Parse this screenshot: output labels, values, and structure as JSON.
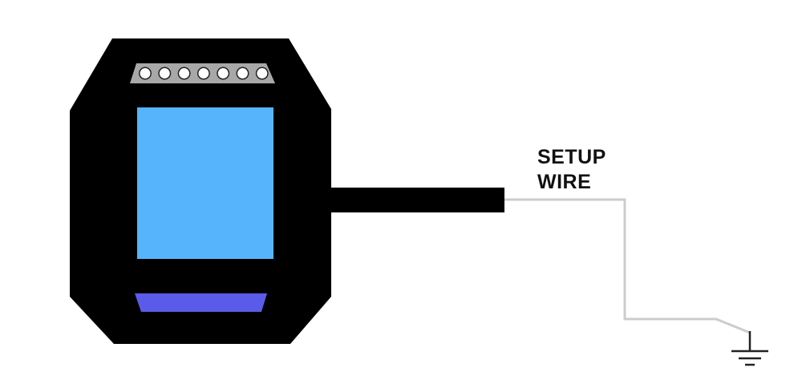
{
  "label": {
    "line1": "SETUP",
    "line2": "WIRE"
  },
  "colors": {
    "device_body": "#000000",
    "screen": "#56b4fc",
    "button_bar": "#5b5bea",
    "terminal_strip": "#a8a8a8",
    "terminal_hole": "#ffffff",
    "cable": "#000000",
    "setup_wire": "#cccccc",
    "ground_symbol": "#222222"
  },
  "terminal_count": 7,
  "icons": {
    "ground": "ground-symbol-icon"
  }
}
